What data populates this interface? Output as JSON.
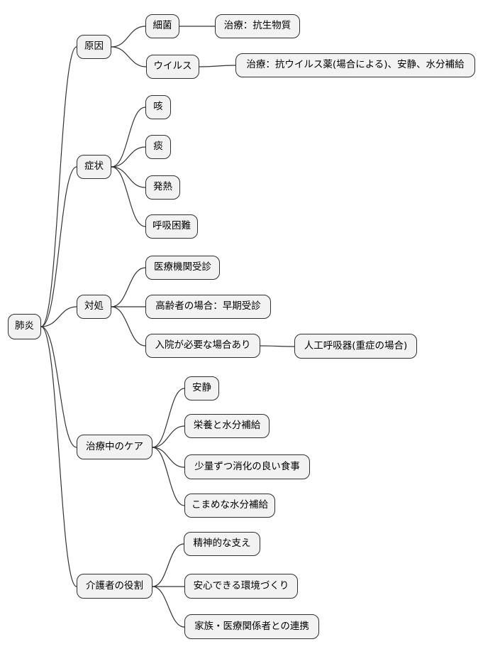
{
  "mindmap": {
    "root": {
      "label": "肺炎"
    },
    "branches": [
      {
        "label": "原因",
        "children": [
          {
            "label": "細菌",
            "children": [
              {
                "label": "治療：抗生物質"
              }
            ]
          },
          {
            "label": "ウイルス",
            "children": [
              {
                "label": "治療：抗ウイルス薬(場合による)、安静、水分補給"
              }
            ]
          }
        ]
      },
      {
        "label": "症状",
        "children": [
          {
            "label": "咳"
          },
          {
            "label": "痰"
          },
          {
            "label": "発熱"
          },
          {
            "label": "呼吸困難"
          }
        ]
      },
      {
        "label": "対処",
        "children": [
          {
            "label": "医療機関受診"
          },
          {
            "label": "高齢者の場合：早期受診"
          },
          {
            "label": "入院が必要な場合あり",
            "children": [
              {
                "label": "人工呼吸器(重症の場合)"
              }
            ]
          }
        ]
      },
      {
        "label": "治療中のケア",
        "children": [
          {
            "label": "安静"
          },
          {
            "label": "栄養と水分補給"
          },
          {
            "label": "少量ずつ消化の良い食事"
          },
          {
            "label": "こまめな水分補給"
          }
        ]
      },
      {
        "label": "介護者の役割",
        "children": [
          {
            "label": "精神的な支え"
          },
          {
            "label": "安心できる環境づくり"
          },
          {
            "label": "家族・医療関係者との連携"
          }
        ]
      }
    ],
    "colors": {
      "background": "#ffffff",
      "node_fill": "#f2f2f2",
      "node_border": "#2f2f2f",
      "line": "#333333",
      "text": "#000000"
    }
  }
}
